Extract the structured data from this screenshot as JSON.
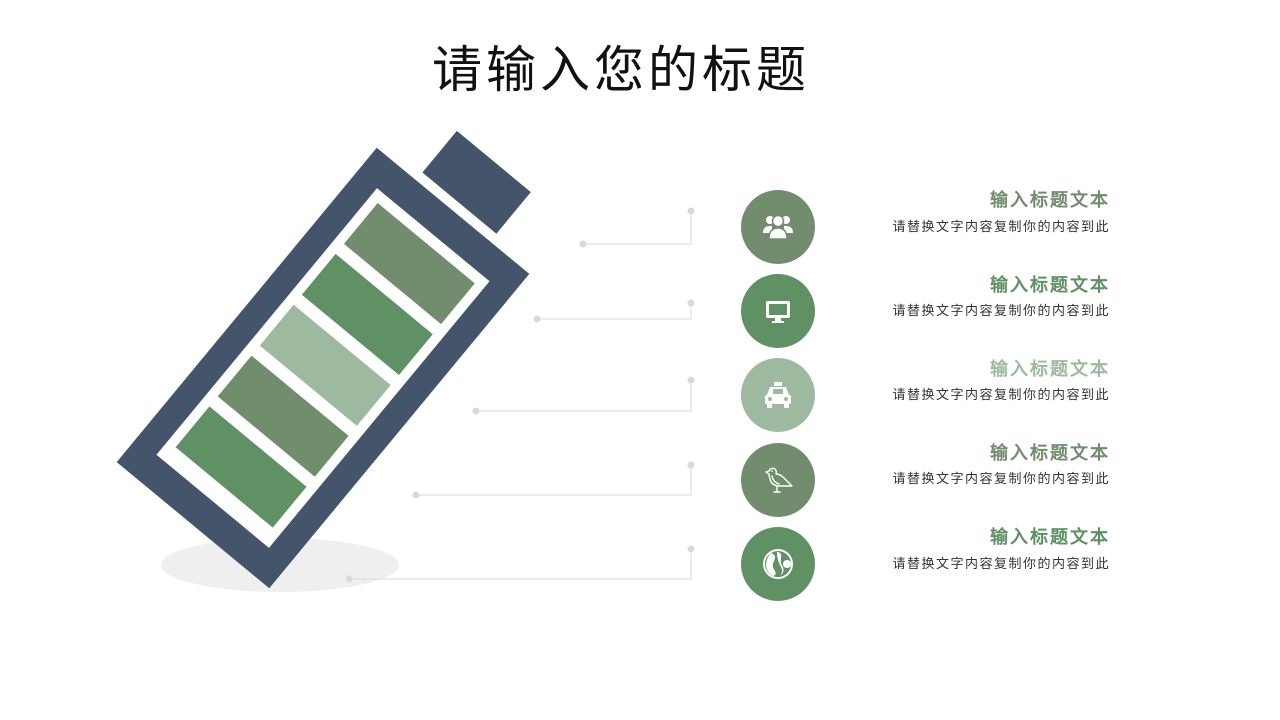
{
  "title": "请输入您的标题",
  "colors": {
    "battery_frame": "#44546a",
    "bar_dark_green": "#5f9165",
    "bar_olive_green": "#728d6e",
    "bar_light_green": "#9dbaa0",
    "connector_gray": "#d9d9d9",
    "shadow": "#efefef"
  },
  "battery": {
    "bars": [
      {
        "level": 1,
        "color": "#728d6e"
      },
      {
        "level": 2,
        "color": "#5f9165"
      },
      {
        "level": 3,
        "color": "#9dbaa0"
      },
      {
        "level": 4,
        "color": "#728d6e"
      },
      {
        "level": 5,
        "color": "#5f9165"
      }
    ]
  },
  "items": [
    {
      "icon": "users-icon",
      "color": "#728d6e",
      "title_color": "#728d6e",
      "title": "输入标题文本",
      "desc": "请替换文字内容复制你的内容到此"
    },
    {
      "icon": "monitor-icon",
      "color": "#5f9165",
      "title_color": "#5f9165",
      "title": "输入标题文本",
      "desc": "请替换文字内容复制你的内容到此"
    },
    {
      "icon": "taxi-icon",
      "color": "#9dbaa0",
      "title_color": "#9dbaa0",
      "title": "输入标题文本",
      "desc": "请替换文字内容复制你的内容到此"
    },
    {
      "icon": "bird-icon",
      "color": "#728d6e",
      "title_color": "#728d6e",
      "title": "输入标题文本",
      "desc": "请替换文字内容复制你的内容到此"
    },
    {
      "icon": "globe-icon",
      "color": "#5f9165",
      "title_color": "#5f9165",
      "title": "输入标题文本",
      "desc": "请替换文字内容复制你的内容到此"
    }
  ]
}
